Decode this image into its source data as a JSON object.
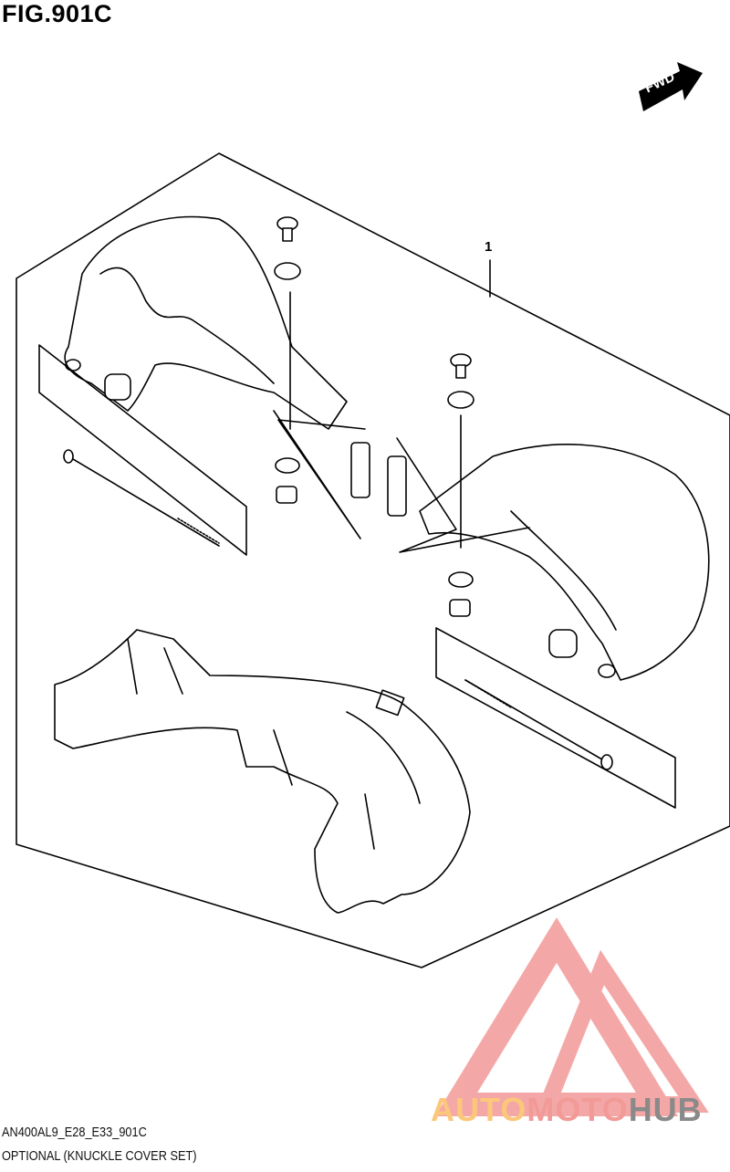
{
  "figure": {
    "title": "FIG.901C",
    "model_code": "AN400AL9_E28_E33_901C",
    "description": "OPTIONAL (KNUCKLE COVER SET)"
  },
  "diagram": {
    "direction_marker": "FWD",
    "part_callouts": [
      {
        "number": "1"
      }
    ]
  },
  "watermark": {
    "parts": [
      "AUTO",
      "MOTO",
      "HUB"
    ],
    "colors": {
      "auto": "#fcc77a",
      "moto": "#f29a98",
      "hub": "#8a8a8a",
      "triangle": "#f29a98"
    }
  }
}
